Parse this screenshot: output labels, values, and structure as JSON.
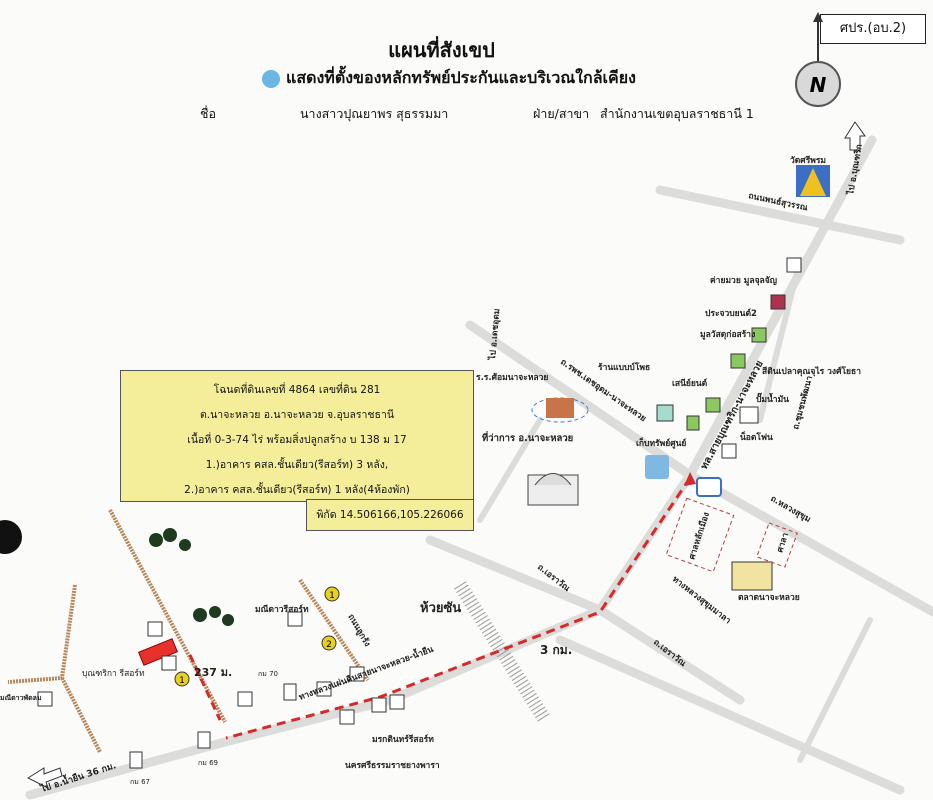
{
  "header": {
    "title": "แผนที่สังเขป",
    "subtitle": "แสดงที่ตั้งของหลักทรัพย์ประกันและบริเวณใกล้เคียง",
    "name_label": "ชื่อ",
    "name_value": "นางสาวปุณยาพร สุธรรมมา",
    "branch_label": "ฝ่าย/สาขา",
    "branch_value": "สำนักงานเขตอุบลราชธานี 1",
    "form_code": "ศปร.(อบ.2)"
  },
  "compass": {
    "label": "N"
  },
  "property_info": {
    "line1": "โฉนดที่ดินเลขที่ 4864 เลขที่ดิน 281",
    "line2": "ต.นาจะหลวย อ.นาจะหลวย จ.อุบลราชธานี",
    "line3": "เนื้อที่ 0-3-74 ไร่ พร้อมสิ่งปลูกสร้าง บ 138 ม 17",
    "line4": "1.)อาคาร คสล.ชั้นเดียว(รีสอร์ท) 3 หลัง,",
    "line5": "2.)อาคาร คสล.ชั้นเดียว(รีสอร์ท) 1 หลัง(4ห้องพัก)",
    "coordinates": "พิกัด 14.506166,105.226066"
  },
  "map_labels": {
    "to_buntharik": "ไป อ.บุณฑริก",
    "wat": "วัดศรีพรม",
    "road_phonsuwan": "ถนนพนธ์สุวรรณ",
    "shop_1": "ค่ายมวย มูลจุลจัญ",
    "shop_2": "ประจวบยนต์2",
    "shop_3": "มูลวัสดุก่อสร้าง",
    "shop_4": "สีดินเปลาคุณจุไร วงศ์โยธา",
    "shop_5": "ร้านแบบบ์โพธ",
    "shop_6": "เสนีย์ยนต์",
    "shop_7": "ปั๊มน้ำมัน",
    "shop_8": "เก็บทรัพย์ศูนย์",
    "shop_9": "น็อตโฟน",
    "to_det_udom": "ไป อ.เดชอุดม",
    "school": "ร.ร.ศ้อมนาจะหลวย",
    "road_rpc": "ถ.รพช.เดชอุดม-นาจะหลวย",
    "highway": "ทล.สายบุณฑริก-นาจะหลวย",
    "district_office": "ที่ว่าการ อ.นาจะหลวย",
    "road_right_small": "ถ.ชุมชนพัฒนา",
    "road_luang_sukhum": "ถ.หลวงสุขุม",
    "stadium": "ศาลหลักเมือง",
    "temple_box": "ศาลา",
    "market": "ตลาดนาจะหลวย",
    "road_erawan_1": "ถ.เอราวัณ",
    "road_erawan_2": "ถ.เอราวัณ",
    "road_luang_2": "ทางหลวงสุขุมมาลา",
    "stream": "ห้วยซัน",
    "distance_3km": "3 กม.",
    "rural_road": "ทางหลวงแผ่นดินสายนาจะหลวย-น้ำยืน",
    "road_local": "ถนนลูกรัง",
    "resort_1": "มณีดาวรีสอร์ท",
    "resort_subject": "บุณฑริกา รีสอร์ท",
    "distance_237m": "237 ม.",
    "km70": "กม 70",
    "km69": "กม 69",
    "km67": "กม 67",
    "resort_2": "มรกตินทร์รีสอร์ท",
    "resort_3": "นครศรีธรรมราชยางพารา",
    "left_shop": "มณีดาวพัดลม",
    "to_nam_yuen": "ไป อ.น้ำยืน 36 กม.",
    "marker_1": "1",
    "marker_2": "2"
  },
  "colors": {
    "route": "#d42a2a",
    "property": "#e8312a",
    "road": "#d8d8d6",
    "dirt_road": "#b08050",
    "box": "#f4ee9a"
  }
}
